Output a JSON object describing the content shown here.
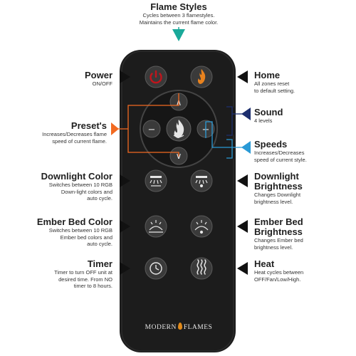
{
  "labels": {
    "flame_styles": {
      "title": "Flame Styles",
      "desc": [
        "Cycles between 3 flamestyles.",
        "Maintains the current flame color."
      ]
    },
    "power": {
      "title": "Power",
      "desc": [
        "ON/OFF"
      ]
    },
    "home": {
      "title": "Home",
      "desc": [
        "All zones reset",
        "to default setting."
      ]
    },
    "presets": {
      "title": "Preset's",
      "desc": [
        "Increases/Decreases flame",
        "speed of current flame."
      ]
    },
    "sound": {
      "title": "Sound",
      "desc": [
        "4 levels"
      ]
    },
    "speeds": {
      "title": "Speeds",
      "desc": [
        "Increases/Decreases",
        "speed of current style."
      ]
    },
    "downlight_color": {
      "title": "Downlight Color",
      "desc": [
        "Switches between 10 RGB",
        "Down-light colors and",
        "auto cycle."
      ]
    },
    "downlight_brightness": {
      "title": [
        "Downlight",
        "Brightness"
      ],
      "desc": [
        "Changes Downlight",
        "brightness level."
      ]
    },
    "ember_bed_color": {
      "title": "Ember Bed Color",
      "desc": [
        "Switches between 10 RGB",
        "Ember bed colors and",
        "auto cycle."
      ]
    },
    "ember_bed_brightness": {
      "title": [
        "Ember Bed",
        "Brightness"
      ],
      "desc": [
        "Changes Ember bed",
        "brightness level."
      ]
    },
    "timer": {
      "title": "Timer",
      "desc": [
        "Timer to turn OFF unit at",
        "desired time. From NO",
        "timer to 8 hours."
      ]
    },
    "heat": {
      "title": "Heat",
      "desc": [
        "Heat cycles between",
        "OFF/Fan/Low/High."
      ]
    }
  },
  "remote": {
    "brand_left": "MODERN",
    "brand_right": "FLAMES",
    "dpad_up": "∧",
    "dpad_down": "∨",
    "dpad_minus": "−",
    "dpad_plus": "+"
  },
  "icons": {
    "power": "power-icon",
    "home": "flame-icon",
    "center": "flame-style-icon",
    "downlight_color": "downlight-icon",
    "downlight_brightness": "downlight-brightness-icon",
    "ember_color": "ember-icon",
    "ember_brightness": "ember-brightness-icon",
    "timer": "clock-icon",
    "heat": "heat-waves-icon"
  },
  "colors": {
    "remote_body": "#1c1c1c",
    "button": "#3a3a3a",
    "power_red": "#c0151c",
    "flame_orange": "#e8821e",
    "teal": "#1aa99a",
    "orange": "#f26a21",
    "navy": "#1d2f6f",
    "sky": "#2a9ad6"
  }
}
